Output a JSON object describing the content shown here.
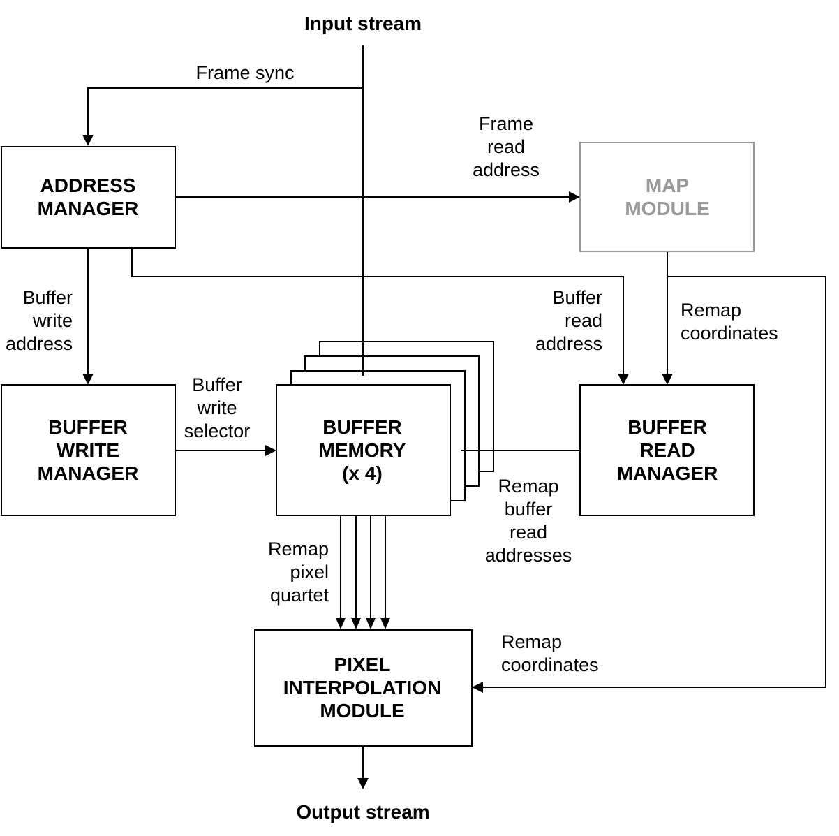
{
  "io": {
    "input": "Input stream",
    "output": "Output stream"
  },
  "blocks": {
    "address_manager": [
      "ADDRESS",
      "MANAGER"
    ],
    "map_module": [
      "MAP",
      "MODULE"
    ],
    "buffer_write_manager": [
      "BUFFER",
      "WRITE",
      "MANAGER"
    ],
    "buffer_memory": [
      "BUFFER",
      "MEMORY",
      "(x 4)"
    ],
    "buffer_read_manager": [
      "BUFFER",
      "READ",
      "MANAGER"
    ],
    "pixel_interpolation_module": [
      "PIXEL",
      "INTERPOLATION",
      "MODULE"
    ]
  },
  "labels": {
    "frame_sync": "Frame sync",
    "frame_read_address": [
      "Frame",
      "read",
      "address"
    ],
    "buffer_write_address": [
      "Buffer",
      "write",
      "address"
    ],
    "buffer_read_address": [
      "Buffer",
      "read",
      "address"
    ],
    "remap_coordinates_top": [
      "Remap",
      "coordinates"
    ],
    "buffer_write_selector": [
      "Buffer",
      "write",
      "selector"
    ],
    "remap_buffer_read_addresses": [
      "Remap",
      "buffer",
      "read",
      "addresses"
    ],
    "remap_pixel_quartet": [
      "Remap",
      "pixel",
      "quartet"
    ],
    "remap_coordinates_bottom": [
      "Remap",
      "coordinates"
    ]
  },
  "colors": {
    "line": "#000000",
    "inactive_block": "#999999"
  }
}
